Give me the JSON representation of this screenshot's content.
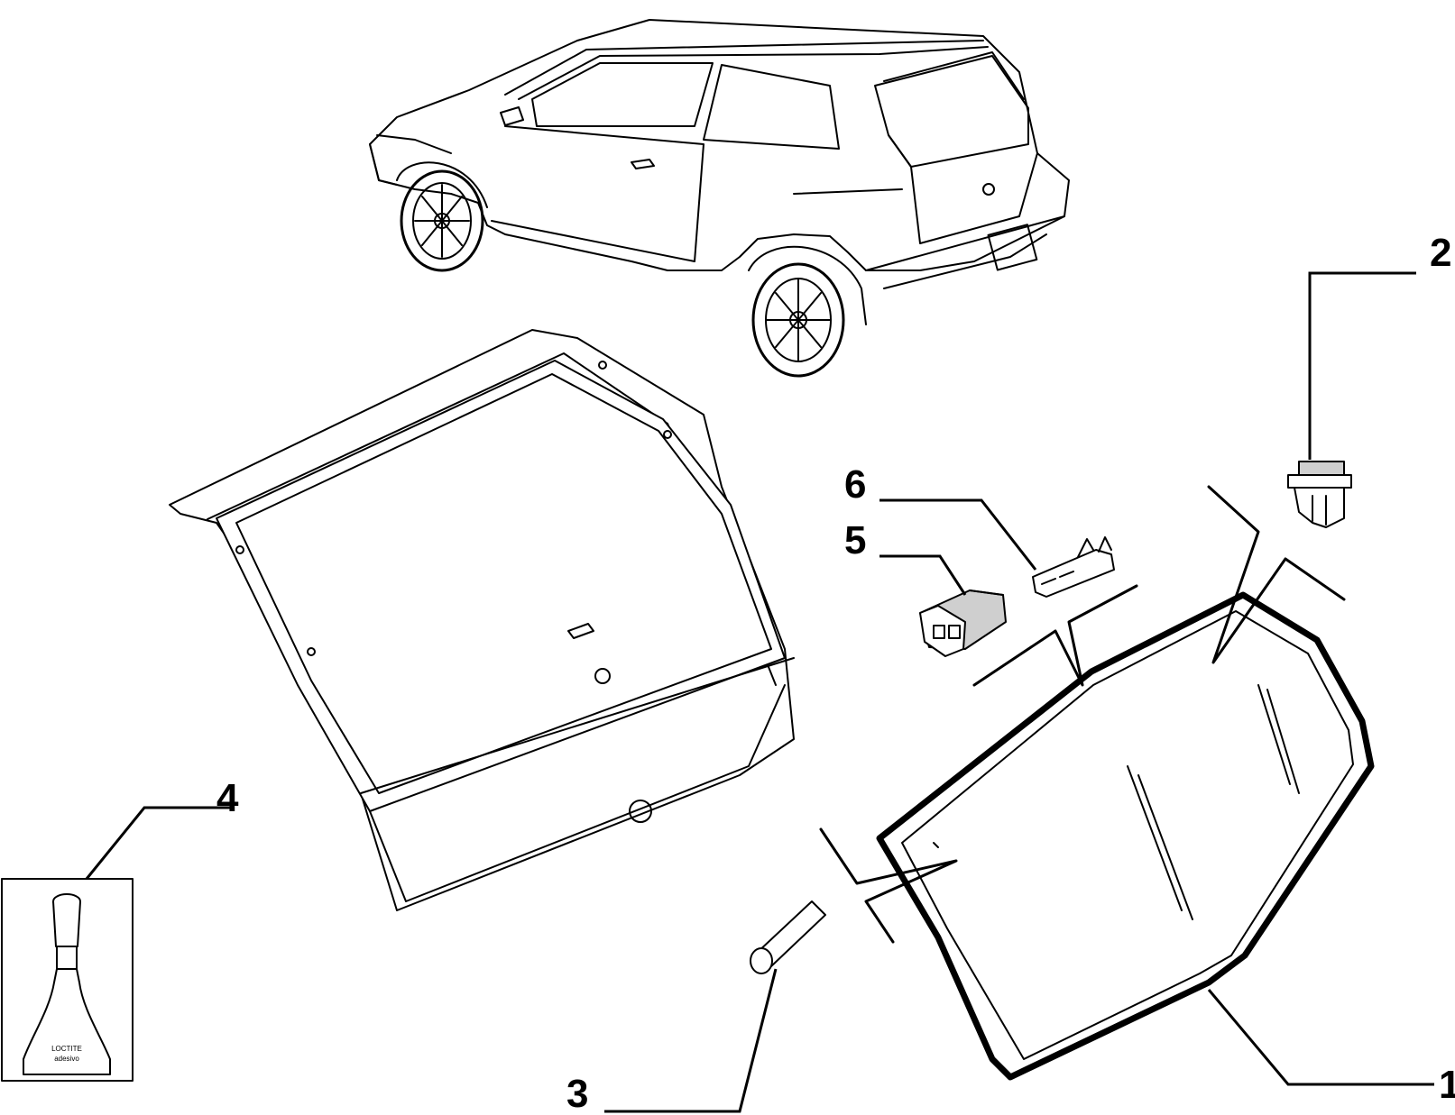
{
  "diagram": {
    "callouts": [
      {
        "id": "1",
        "label": "1"
      },
      {
        "id": "2",
        "label": "2"
      },
      {
        "id": "3",
        "label": "3"
      },
      {
        "id": "4",
        "label": "4"
      },
      {
        "id": "5",
        "label": "5"
      },
      {
        "id": "6",
        "label": "6"
      }
    ],
    "adhesive_tube": {
      "brand_text": "LOCTITE",
      "product_text": "adesivo"
    }
  }
}
